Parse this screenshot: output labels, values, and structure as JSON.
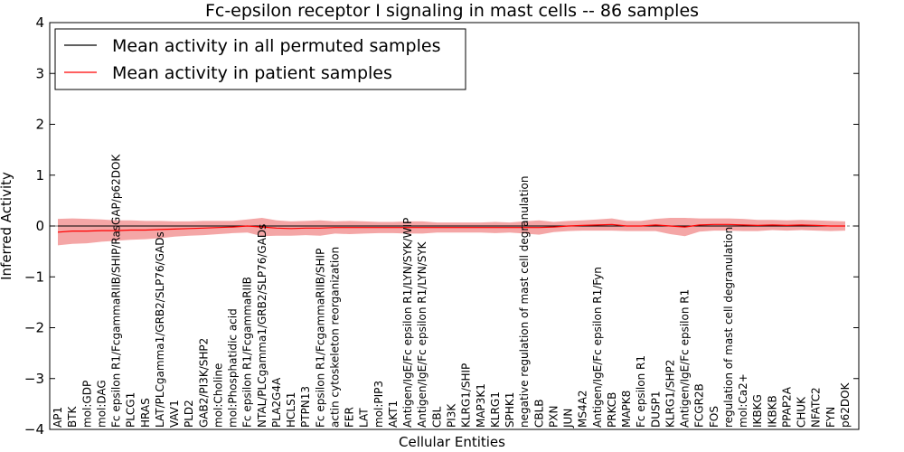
{
  "chart_data": {
    "type": "line",
    "title": "Fc-epsilon receptor I signaling in mast cells -- 86 samples",
    "xlabel": "Cellular Entities",
    "ylabel": "Inferred Activity",
    "ylim": [
      -4,
      4
    ],
    "yticks": [
      -4,
      -3,
      -2,
      -1,
      0,
      1,
      2,
      3,
      4
    ],
    "grid": false,
    "legend_position": "top-left",
    "colors": {
      "permuted": "#000000",
      "patient": "#ff0000",
      "band": "#f08080"
    },
    "categories": [
      "AP1",
      "BTK",
      "mol:GDP",
      "mol:DAG",
      "Fc epsilon R1/FcgammaRIIB/SHIP/RasGAP/p62DOK",
      "PLCG1",
      "HRAS",
      "LAT/PLCgamma1/GRB2/SLP76/GADs",
      "VAV1",
      "PLD2",
      "GAB2/PI3K/SHP2",
      "mol:Choline",
      "mol:Phosphatidic acid",
      "Fc epsilon R1/FcgammaRIIB",
      "NTAL/PLCgamma1/GRB2/SLP76/GADs",
      "PLA2G4A",
      "HCLS1",
      "PTPN13",
      "Fc epsilon R1/FcgammaRIIB/SHIP",
      "actin cytoskeleton reorganization",
      "FER",
      "LAT",
      "mol:PIP3",
      "AKT1",
      "Antigen/IgE/Fc epsilon R1/LYN/SYK/WIP",
      "Antigen/IgE/Fc epsilon R1/LYN/SYK",
      "CBL",
      "PI3K",
      "KLRG1/SHIP",
      "MAP3K1",
      "KLRG1",
      "SPHK1",
      "negative regulation of mast cell degranulation",
      "CBLB",
      "PXN",
      "JUN",
      "MS4A2",
      "Antigen/IgE/Fc epsilon R1/Fyn",
      "PRKCB",
      "MAPK8",
      "Fc epsilon R1",
      "DUSP1",
      "KLRG1/SHP2",
      "Antigen/IgE/Fc epsilon R1",
      "FCGR2B",
      "FOS",
      "regulation of mast cell degranulation",
      "mol:Ca2+",
      "IKBKG",
      "IKBKB",
      "PPAP2A",
      "CHUK",
      "NFATC2",
      "FYN",
      "p62DOK"
    ],
    "series": [
      {
        "name": "Mean activity in all permuted samples",
        "values": [
          0.0,
          0.0,
          0.0,
          0.0,
          0.0,
          0.0,
          0.0,
          0.0,
          0.0,
          0.0,
          0.0,
          0.0,
          0.0,
          0.0,
          0.0,
          0.0,
          0.0,
          0.0,
          0.0,
          0.0,
          0.0,
          0.0,
          0.0,
          0.0,
          0.0,
          0.0,
          0.0,
          0.0,
          0.0,
          0.0,
          0.0,
          0.0,
          0.0,
          0.0,
          0.0,
          0.0,
          0.0,
          0.0,
          0.0,
          0.0,
          0.0,
          0.0,
          0.0,
          0.0,
          0.0,
          0.0,
          0.0,
          0.0,
          0.0,
          0.0,
          0.0,
          0.0,
          0.0,
          0.0,
          0.0
        ]
      },
      {
        "name": "Mean activity in patient samples",
        "values": [
          -0.12,
          -0.1,
          -0.1,
          -0.09,
          -0.09,
          -0.08,
          -0.08,
          -0.07,
          -0.06,
          -0.05,
          -0.04,
          -0.03,
          -0.02,
          0.0,
          -0.02,
          -0.04,
          -0.05,
          -0.04,
          -0.04,
          -0.03,
          -0.03,
          -0.03,
          -0.03,
          -0.03,
          -0.03,
          -0.03,
          -0.03,
          -0.03,
          -0.03,
          -0.03,
          -0.03,
          -0.03,
          -0.03,
          -0.03,
          -0.02,
          0.0,
          0.01,
          0.02,
          0.03,
          0.0,
          0.0,
          0.02,
          0.0,
          -0.02,
          0.02,
          0.03,
          0.03,
          0.02,
          0.01,
          0.02,
          0.01,
          0.02,
          0.01,
          0.0,
          0.0
        ]
      }
    ],
    "band_halfwidth": [
      0.26,
      0.25,
      0.24,
      0.22,
      0.2,
      0.19,
      0.18,
      0.17,
      0.15,
      0.14,
      0.14,
      0.13,
      0.12,
      0.13,
      0.18,
      0.15,
      0.14,
      0.14,
      0.15,
      0.12,
      0.13,
      0.12,
      0.11,
      0.11,
      0.12,
      0.12,
      0.1,
      0.1,
      0.1,
      0.1,
      0.11,
      0.1,
      0.12,
      0.14,
      0.1,
      0.1,
      0.1,
      0.11,
      0.12,
      0.1,
      0.1,
      0.12,
      0.16,
      0.18,
      0.13,
      0.12,
      0.12,
      0.12,
      0.11,
      0.1,
      0.1,
      0.1,
      0.1,
      0.1,
      0.09
    ]
  }
}
